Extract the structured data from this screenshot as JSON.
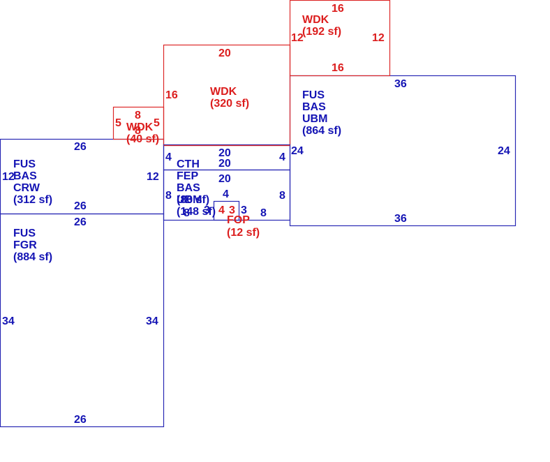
{
  "colors": {
    "fus": "#1414b4",
    "wdk": "#dc1e1e"
  },
  "areas": [
    {
      "id": "crw",
      "lines": [
        "FUS",
        "BAS",
        "CRW",
        "(312 sf)"
      ],
      "color": "blue"
    },
    {
      "id": "fgr",
      "lines": [
        "FUS",
        "FGR",
        "(884 sf)"
      ],
      "color": "blue"
    },
    {
      "id": "ubm",
      "lines": [
        "FUS",
        "BAS",
        "UBM",
        "(864 sf)"
      ],
      "color": "blue"
    },
    {
      "id": "wdk_320",
      "lines": [
        "WDK",
        "(320 sf)"
      ],
      "color": "red"
    },
    {
      "id": "wdk_192",
      "lines": [
        "WDK",
        "(192 sf)"
      ],
      "color": "red"
    },
    {
      "id": "wdk_40",
      "lines": [
        "WDK",
        "(40 sf)"
      ],
      "color": "red"
    },
    {
      "id": "cth",
      "lines": [
        "CTH",
        "(80 sf)"
      ],
      "color": "blue"
    },
    {
      "id": "fep",
      "lines": [
        "FEP",
        "BAS",
        "UBM",
        "(148 sf)"
      ],
      "color": "blue"
    },
    {
      "id": "fop",
      "lines": [
        "FOP",
        "(12 sf)"
      ],
      "color": "red"
    }
  ],
  "dimensions": [
    {
      "id": "crw_top",
      "text": "26",
      "color": "blue"
    },
    {
      "id": "crw_left",
      "text": "12",
      "color": "blue"
    },
    {
      "id": "crw_right",
      "text": "12",
      "color": "blue"
    },
    {
      "id": "crw_bottom",
      "text": "26",
      "color": "blue"
    },
    {
      "id": "fgr_top",
      "text": "26",
      "color": "blue"
    },
    {
      "id": "fgr_left",
      "text": "34",
      "color": "blue"
    },
    {
      "id": "fgr_right",
      "text": "34",
      "color": "blue"
    },
    {
      "id": "fgr_bottom",
      "text": "26",
      "color": "blue"
    },
    {
      "id": "ubm_top",
      "text": "36",
      "color": "blue"
    },
    {
      "id": "ubm_left",
      "text": "24",
      "color": "blue"
    },
    {
      "id": "ubm_right",
      "text": "24",
      "color": "blue"
    },
    {
      "id": "ubm_bottom",
      "text": "36",
      "color": "blue"
    },
    {
      "id": "wdk320_top",
      "text": "20",
      "color": "red"
    },
    {
      "id": "wdk320_left",
      "text": "16",
      "color": "red"
    },
    {
      "id": "wdk192_top",
      "text": "16",
      "color": "red"
    },
    {
      "id": "wdk192_left",
      "text": "12",
      "color": "red"
    },
    {
      "id": "wdk192_right",
      "text": "12",
      "color": "red"
    },
    {
      "id": "wdk192_bottom",
      "text": "16",
      "color": "red"
    },
    {
      "id": "wdk40_top",
      "text": "8",
      "color": "red"
    },
    {
      "id": "wdk40_left",
      "text": "5",
      "color": "red"
    },
    {
      "id": "wdk40_right",
      "text": "5",
      "color": "red"
    },
    {
      "id": "wdk40_inner",
      "text": "8",
      "color": "red"
    },
    {
      "id": "cth_top",
      "text": "20",
      "color": "blue"
    },
    {
      "id": "cth_left",
      "text": "4",
      "color": "blue"
    },
    {
      "id": "cth_right",
      "text": "4",
      "color": "blue"
    },
    {
      "id": "cth_bottom",
      "text": "20",
      "color": "blue"
    },
    {
      "id": "fep_top",
      "text": "20",
      "color": "blue"
    },
    {
      "id": "fep_left",
      "text": "8",
      "color": "blue"
    },
    {
      "id": "fep_right",
      "text": "8",
      "color": "blue"
    },
    {
      "id": "fep_notch",
      "text": "4",
      "color": "blue"
    },
    {
      "id": "fep_bot_a",
      "text": "8",
      "color": "blue"
    },
    {
      "id": "fep_bot_b",
      "text": "3",
      "color": "blue"
    },
    {
      "id": "fep_bot_c",
      "text": "3",
      "color": "blue"
    },
    {
      "id": "fep_bot_d",
      "text": "8",
      "color": "blue"
    },
    {
      "id": "fop_a",
      "text": "4",
      "color": "red"
    },
    {
      "id": "fop_b",
      "text": "3",
      "color": "red"
    }
  ]
}
